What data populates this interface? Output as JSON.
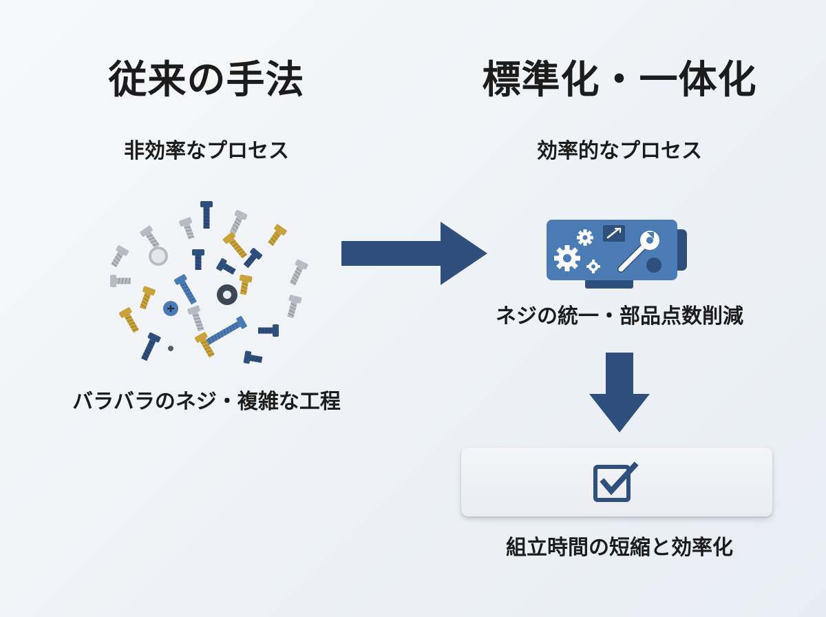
{
  "left": {
    "title": "従来の手法",
    "subtitle": "非効率なプロセス",
    "caption": "バラバラのネジ・複雑な工程",
    "illustration_icon": "scattered-screws-icon"
  },
  "right": {
    "title": "標準化・一体化",
    "subtitle": "効率的なプロセス",
    "module_caption": "ネジの統一・部品点数削減",
    "result_caption": "組立時間の短縮と効率化",
    "module_icon": "integrated-module-icon",
    "result_icon": "checkbox-checked-icon"
  },
  "colors": {
    "navy": "#2f4f7c",
    "module_blue": "#4a7bb5",
    "gold": "#c9a23a",
    "steel": "#b7bcc4",
    "card_bg": "#eceef2"
  }
}
